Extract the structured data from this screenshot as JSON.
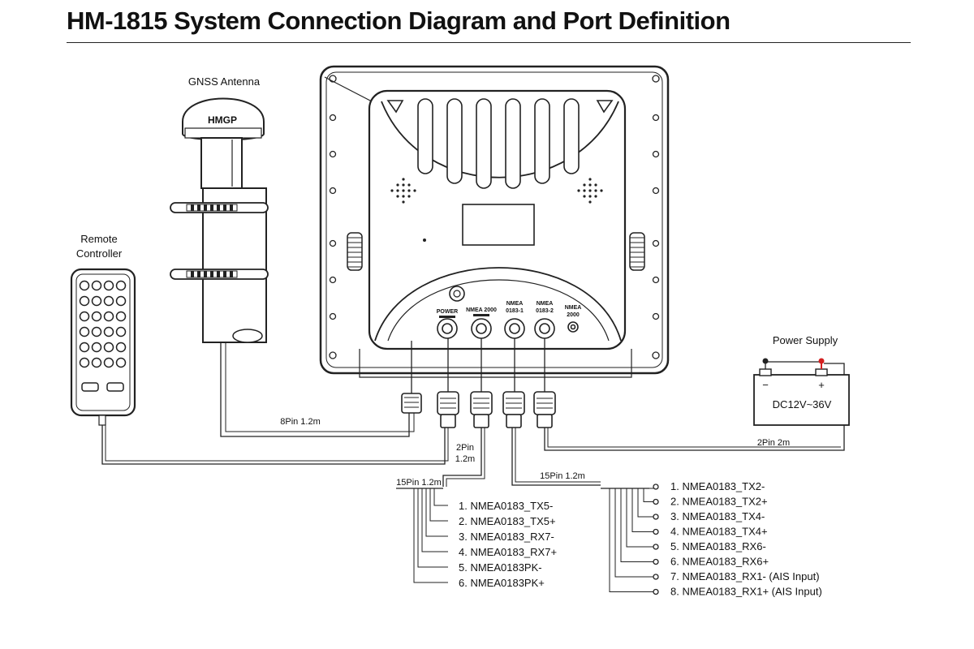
{
  "title": "HM-1815 System Connection Diagram and Port Definition",
  "labels": {
    "gnss_antenna": "GNSS Antenna",
    "gnss_brand": "HMGP",
    "remote_line1": "Remote",
    "remote_line2": "Controller",
    "power_supply": "Power Supply",
    "psu_voltage": "DC12V~36V",
    "psu_minus": "−",
    "psu_plus": "+"
  },
  "ports": {
    "power": "POWER",
    "nmea2000_a": "NMEA 2000",
    "nmea0183_1_a": "NMEA",
    "nmea0183_1_b": "0183-1",
    "nmea0183_2_a": "NMEA",
    "nmea0183_2_b": "0183-2",
    "nmea2000_b_a": "NMEA",
    "nmea2000_b_b": "2000"
  },
  "cables": {
    "gnss_cable": "8Pin 1.2m",
    "power_short_a": "2Pin",
    "power_short_b": "1.2m",
    "left_15pin": "15Pin 1.2m",
    "right_15pin": "15Pin 1.2m",
    "psu_cable": "2Pin 2m"
  },
  "left_pins": [
    "1. NMEA0183_TX5-",
    "2. NMEA0183_TX5+",
    "3. NMEA0183_RX7-",
    "4. NMEA0183_RX7+",
    "5. NMEA0183PK-",
    "6. NMEA0183PK+"
  ],
  "right_pins": [
    "1. NMEA0183_TX2-",
    "2. NMEA0183_TX2+",
    "3. NMEA0183_TX4-",
    "4. NMEA0183_TX4+",
    "5. NMEA0183_RX6-",
    "6. NMEA0183_RX6+",
    "7. NMEA0183_RX1- (AIS Input)",
    "8. NMEA0183_RX1+ (AIS Input)"
  ],
  "colors": {
    "line": "#222222",
    "power_positive": "#d32020"
  }
}
